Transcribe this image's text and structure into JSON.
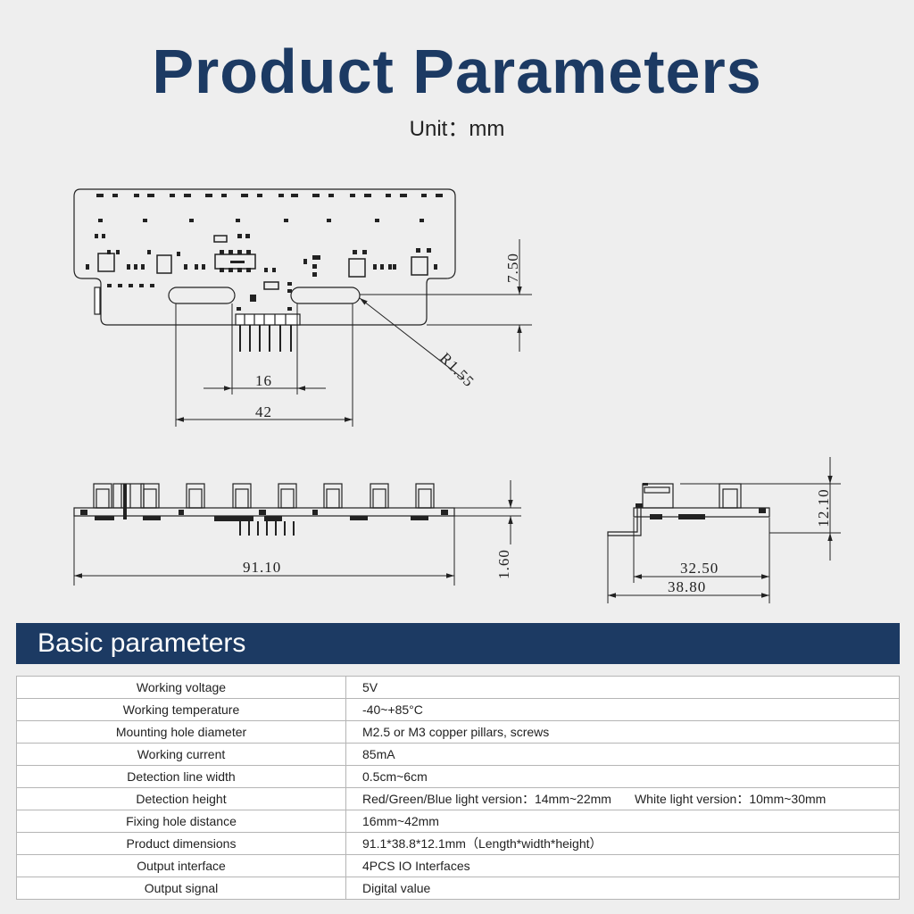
{
  "header": {
    "title": "Product Parameters",
    "unit": "Unit：mm"
  },
  "drawing": {
    "top_view": {
      "dim_height": "7.50",
      "dim_radius": "R1.55",
      "dim_inner": "16",
      "dim_outer": "42"
    },
    "front_view": {
      "dim_length": "91.10",
      "dim_thickness": "1.60"
    },
    "side_view": {
      "dim_height": "12.10",
      "dim_inner_width": "32.50",
      "dim_total_width": "38.80"
    }
  },
  "basic": {
    "section_title": "Basic parameters",
    "rows": [
      {
        "key": "Working voltage",
        "value": "5V"
      },
      {
        "key": "Working temperature",
        "value": "-40~+85°C"
      },
      {
        "key": "Mounting hole diameter",
        "value": "M2.5 or M3 copper pillars, screws"
      },
      {
        "key": "Working current",
        "value": "85mA"
      },
      {
        "key": "Detection line width",
        "value": "0.5cm~6cm"
      },
      {
        "key": "Detection height",
        "value": "Red/Green/Blue light version：14mm~22mm",
        "value2": "White light version：10mm~30mm"
      },
      {
        "key": "Fixing hole distance",
        "value": "16mm~42mm"
      },
      {
        "key": "Product dimensions",
        "value": "91.1*38.8*12.1mm（Length*width*height）"
      },
      {
        "key": "Output interface",
        "value": "4PCS IO Interfaces"
      },
      {
        "key": "Output signal",
        "value": "Digital value"
      }
    ]
  }
}
